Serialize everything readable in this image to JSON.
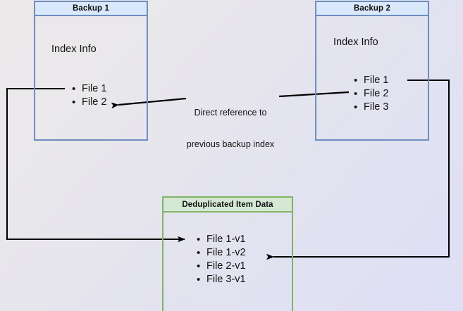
{
  "diagram": {
    "title_hidden": "Backup deduplication reference diagram",
    "background": {
      "gradient_from": "#eae8e9",
      "gradient_to": "#dedff4"
    },
    "colors": {
      "blue_border": "#6c8ebf",
      "blue_fill": "#dae8fc",
      "green_border": "#82b366",
      "green_fill": "#d5e8d4",
      "line": "#000000",
      "text": "#111111"
    },
    "nodes": {
      "backup1": {
        "header": "Backup 1",
        "section_label": "Index Info",
        "items": [
          "File 1",
          "File 2"
        ]
      },
      "backup2": {
        "header": "Backup 2",
        "section_label": "Index Info",
        "items": [
          "File 1",
          "File 2",
          "File 3"
        ]
      },
      "dedup": {
        "header": "Deduplicated Item Data",
        "items": [
          "File 1-v1",
          "File 1-v2",
          "File 2-v1",
          "File 3-v1"
        ]
      }
    },
    "edges": {
      "reference_label_line1": "Direct reference to",
      "reference_label_line2": "previous backup index"
    }
  }
}
